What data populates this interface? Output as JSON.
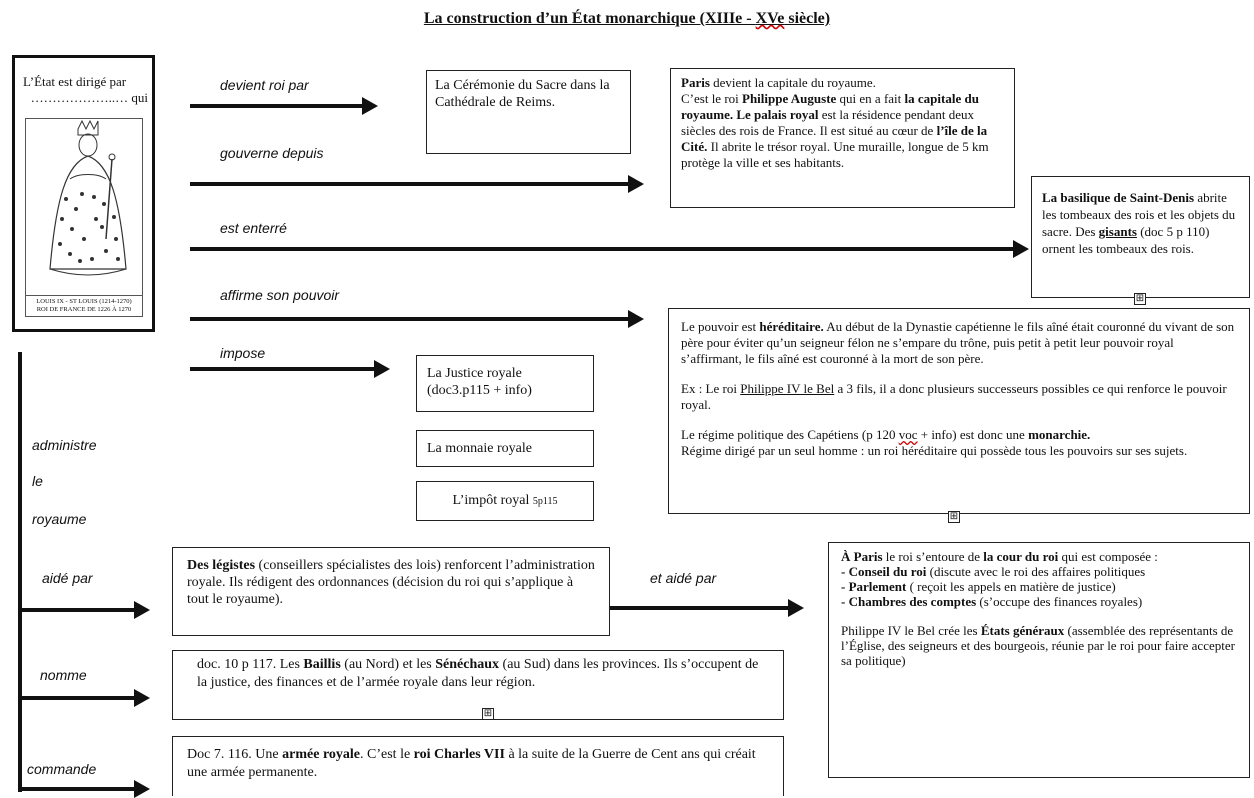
{
  "title": {
    "part1": "La construction d’un État monarchique (XIIIe - ",
    "part2": "XVe",
    "part3": " siècle)"
  },
  "king_box": {
    "line1": "L’État est dirigé par",
    "line2": "………………..… qui",
    "portrait_caption1": "LOUIS IX - ST LOUIS (1214-1270)",
    "portrait_caption2": "ROI DE FRANCE DE 1226 À 1270"
  },
  "labels": {
    "devient": "devient roi par",
    "gouverne": "gouverne depuis",
    "enterre": "est enterré",
    "affirme": "affirme son pouvoir",
    "impose": "impose",
    "administre": "administre",
    "le": "le",
    "royaume": "royaume",
    "aide": "aidé par",
    "et_aide": "et aidé par",
    "nomme": "nomme",
    "commande": "commande"
  },
  "sacre": "La Cérémonie du Sacre dans la Cathédrale de Reims.",
  "paris": {
    "b1": "Paris",
    "t1": " devient la capitale du royaume.",
    "t2": "C’est le roi ",
    "b2": "Philippe Auguste",
    "t3": " qui en a fait ",
    "b3": "la capitale du royaume. Le palais royal",
    "t4": " est la résidence pendant deux siècles des rois de France. Il est situé au cœur de ",
    "b4": "l’île de la Cité.",
    "t5": " Il abrite le trésor royal. Une muraille, longue de 5 km protège la ville et ses habitants."
  },
  "basilique": {
    "b1": "La basilique de Saint-Denis",
    "t1": " abrite les tombeaux des rois et les objets du sacre. Des ",
    "b2": "gisants",
    "t2": " (doc 5 p 110) ornent les tombeaux des rois."
  },
  "hereditaire": {
    "t1": "Le pouvoir est ",
    "b1": "héréditaire.",
    "t2": " Au début de la Dynastie capétienne le fils aîné était couronné du vivant de son père pour éviter qu’un seigneur félon ne s’empare du trône, puis petit à petit leur pouvoir royal s’affirmant, le fils aîné est couronné à la mort de son père.",
    "p2a": "Ex : Le roi ",
    "p2u": "Philippe IV le Bel",
    "p2b": " a 3 fils, il a donc plusieurs successeurs possibles ce qui renforce le pouvoir royal.",
    "p3a": "Le régime politique des Capétiens (p 120 ",
    "p3sq": "voc",
    "p3b": " + info) est donc une ",
    "p3bold": "monarchie.",
    "p3c": " Régime dirigé par un seul homme : un  roi héréditaire qui possède tous les pouvoirs sur ses sujets."
  },
  "justice": "La Justice royale (doc3.p115 + info)",
  "monnaie": "La monnaie royale",
  "impot": {
    "t": "L’impôt royal ",
    "small": "5p115"
  },
  "legistes": {
    "b1": "Des légistes",
    "t1": "  (conseillers spécialistes des lois) renforcent l’administration royale. Ils rédigent des ordonnances (décision du roi qui s’applique à tout le royaume)."
  },
  "cour": {
    "b0": "À Paris",
    "t0": " le roi s’entoure de ",
    "b0b": "la cour du roi",
    "t0b": " qui est composée :",
    "l1b": "- Conseil du roi",
    "l1": " (discute avec le roi des affaires politiques",
    "l2b": "- Parlement",
    "l2": " ( reçoit les appels en matière de justice)",
    "l3b": "- Chambres des comptes",
    "l3": " (s’occupe des finances royales)",
    "p2a": "Philippe IV le Bel crée les ",
    "p2b": "États généraux",
    "p2c": " (assemblée des représentants de l’Église, des seigneurs et des bourgeois, réunie par le roi pour faire accepter sa politique)"
  },
  "baillis": {
    "t1": "doc. 10 p 117. Les ",
    "b1": "Baillis",
    "t2": " (au Nord) et les ",
    "b2": "Sénéchaux",
    "t3": " (au Sud) dans les provinces. Ils s’occupent de la justice, des finances et de l’armée royale dans leur région."
  },
  "armee": {
    "t1": "Doc 7. 116. Une ",
    "b1": "armée royale",
    "t2": ". C’est le ",
    "b2": "roi Charles VII",
    "t3": " à la suite de la Guerre de Cent ans qui créait une armée permanente."
  },
  "plus_symbol": "⊞"
}
